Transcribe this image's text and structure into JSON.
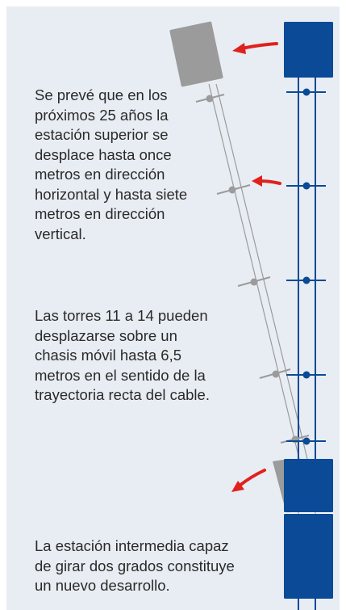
{
  "colors": {
    "background": "#e8edf3",
    "station": "#0a4a96",
    "old_station": "#9b9b9b",
    "cable_new": "#0a4a96",
    "cable_old": "#9b9b9b",
    "arrow": "#e0211d",
    "text": "#2a2a2a"
  },
  "captions": {
    "upper_station_shift": "Se prevé que en los\npróximos 25 años la\nestación superior se\ndesplace hasta once\nmetros en dirección\nhorizontal y hasta siete\nmetros en dirección\nvertical.",
    "towers_shift": "Las torres 11 a 14 pueden\ndesplazarse sobre un\nchasis móvil hasta 6,5\nmetros en el sentido de la\ntrayectoria recta del cable.",
    "intermediate_station": "La estación intermedia capaz\nde girar dos grados constituye\nun nuevo desarrollo."
  },
  "diagram_elements": {
    "upper_station": "upper-station-block",
    "shifted_upper_station": "shifted-upper-station-block",
    "intermediate_station": "intermediate-station-block",
    "towers": [
      "tower-11",
      "tower-12",
      "tower-13",
      "tower-14",
      "tower-15"
    ],
    "shift_arrows": [
      "arrow-upper-station",
      "arrow-tower",
      "arrow-intermediate-station"
    ]
  }
}
